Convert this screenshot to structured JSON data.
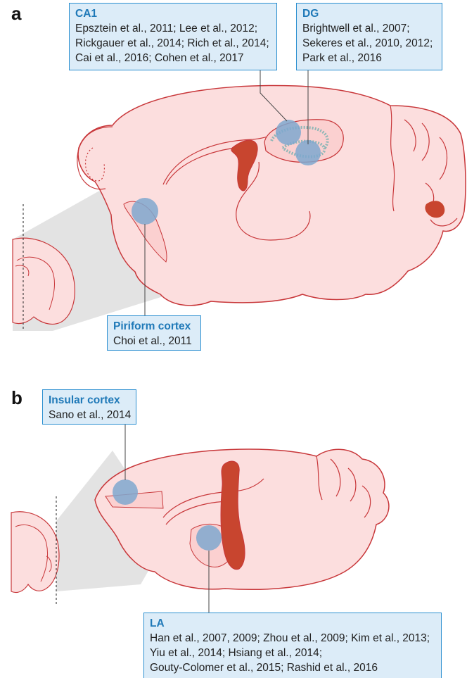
{
  "panels": [
    {
      "letter": "a"
    },
    {
      "letter": "b"
    }
  ],
  "regions": {
    "ca1": {
      "title": "CA1",
      "lines": [
        "Epsztein et al., 2011; Lee et al., 2012;",
        "Rickgauer et al., 2014; Rich et al., 2014;",
        "Cai et al., 2016; Cohen et al., 2017"
      ]
    },
    "dg": {
      "title": "DG",
      "lines": [
        "Brightwell et al., 2007;",
        "Sekeres et al., 2010, 2012;",
        "Park et al., 2016"
      ]
    },
    "piriform": {
      "title": "Piriform cortex",
      "lines": [
        "Choi et al., 2011"
      ]
    },
    "insular": {
      "title": "Insular cortex",
      "lines": [
        "Sano et al., 2014"
      ]
    },
    "la": {
      "title": "LA",
      "lines": [
        "Han et al., 2007, 2009; Zhou et al., 2009; Kim et al., 2013;",
        "Yiu et al., 2014; Hsiang et al., 2014;",
        "Gouty-Colomer et al., 2015; Rashid et al., 2016"
      ]
    }
  },
  "colors": {
    "tissue_fill": "#fcdede",
    "tissue_outline": "#c8373a",
    "ventricle": "#c8452f",
    "target_circle": "#7fa8cf",
    "box_fill": "#dcecf8",
    "box_border": "#2b8fd0",
    "box_title": "#1f79b8",
    "shadow": "#d9d9d9"
  }
}
